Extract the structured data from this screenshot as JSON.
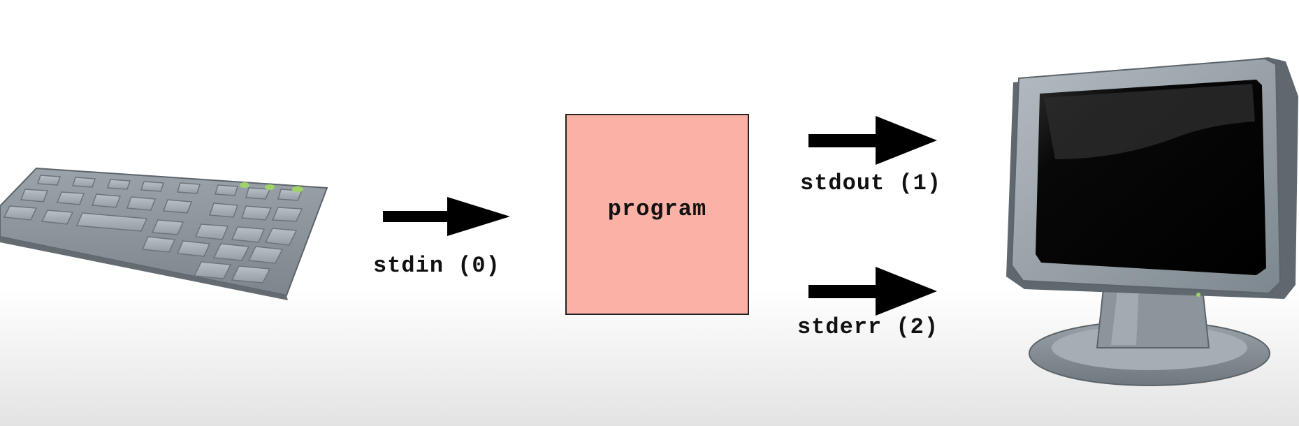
{
  "diagram": {
    "program_label": "program",
    "stdin_label": "stdin (0)",
    "stdout_label": "stdout (1)",
    "stderr_label": "stderr (2)"
  },
  "colors": {
    "program_fill": "#fbb1a5",
    "arrow": "#000000",
    "device_gray": "#8e979e",
    "led_green": "#9fd36a"
  },
  "icons": {
    "input_device": "keyboard-icon",
    "output_device": "monitor-icon"
  }
}
